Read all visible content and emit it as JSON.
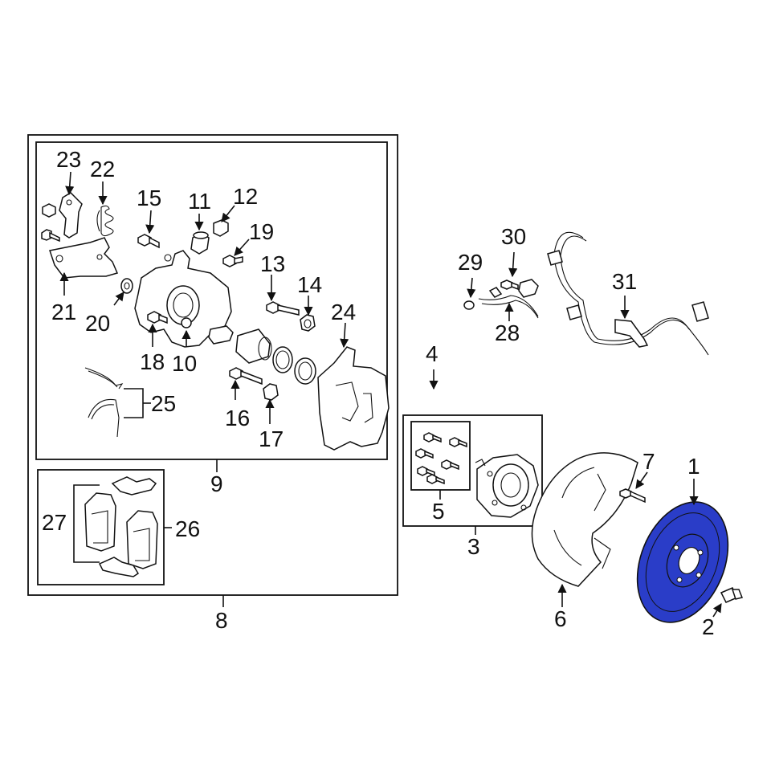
{
  "diagram": {
    "highlight_color": "#2a3dc8",
    "callouts": {
      "c1": "1",
      "c2": "2",
      "c3": "3",
      "c4": "4",
      "c5": "5",
      "c6": "6",
      "c7": "7",
      "c8": "8",
      "c9": "9",
      "c10": "10",
      "c11": "11",
      "c12": "12",
      "c13": "13",
      "c14": "14",
      "c15": "15",
      "c16": "16",
      "c17": "17",
      "c18": "18",
      "c19": "19",
      "c20": "20",
      "c21": "21",
      "c22": "22",
      "c23": "23",
      "c24": "24",
      "c25": "25",
      "c26": "26",
      "c27": "27",
      "c28": "28",
      "c29": "29",
      "c30": "30",
      "c31": "31"
    }
  }
}
